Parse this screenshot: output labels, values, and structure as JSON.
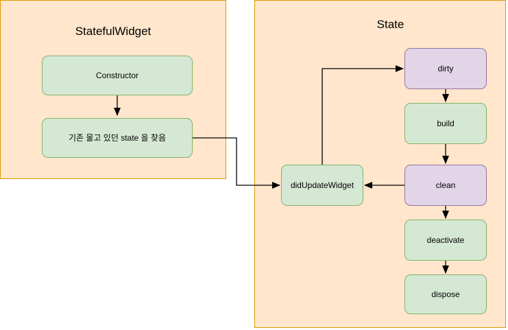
{
  "colors": {
    "container_fill": "#FFE6CC",
    "container_border": "#D79B00",
    "green_fill": "#D5E8D4",
    "green_border": "#82B366",
    "purple_fill": "#E1D5E7",
    "purple_border": "#9673A6",
    "arrow": "#000000",
    "text": "#000000"
  },
  "diagram": {
    "statefulwidget": {
      "title": "StatefulWidget",
      "nodes": {
        "constructor": {
          "label": "Constructor",
          "color": "green"
        },
        "find_state": {
          "label": "기존 물고 있던 state 을 찾음",
          "color": "green"
        }
      }
    },
    "state": {
      "title": "State",
      "nodes": {
        "dirty": {
          "label": "dirty",
          "color": "purple"
        },
        "build": {
          "label": "build",
          "color": "green"
        },
        "clean": {
          "label": "clean",
          "color": "purple"
        },
        "did_update_widget": {
          "label": "didUpdateWidget",
          "color": "green"
        },
        "deactivate": {
          "label": "deactivate",
          "color": "green"
        },
        "dispose": {
          "label": "dispose",
          "color": "green"
        }
      }
    },
    "edges": [
      {
        "from": "constructor",
        "to": "find_state"
      },
      {
        "from": "find_state",
        "to": "did_update_widget"
      },
      {
        "from": "did_update_widget",
        "to": "dirty"
      },
      {
        "from": "dirty",
        "to": "build"
      },
      {
        "from": "build",
        "to": "clean"
      },
      {
        "from": "clean",
        "to": "did_update_widget"
      },
      {
        "from": "clean",
        "to": "deactivate"
      },
      {
        "from": "deactivate",
        "to": "dispose"
      }
    ]
  }
}
